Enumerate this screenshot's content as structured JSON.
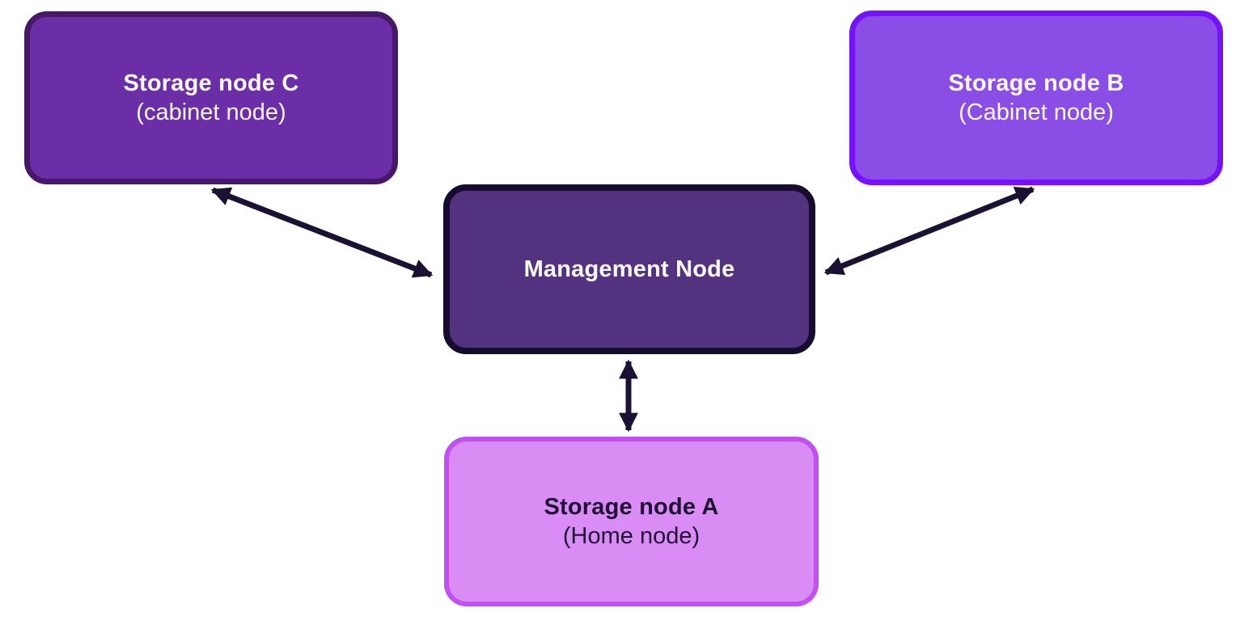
{
  "diagram": {
    "background": "#ffffff",
    "arrow_color": "#1a1133",
    "nodes": {
      "storage_c": {
        "title": "Storage node C",
        "subtitle": "(cabinet node)",
        "fill": "#6c2ea6",
        "border": "#471768",
        "text_color": "#fcfaff"
      },
      "storage_b": {
        "title": "Storage node B",
        "subtitle": "(Cabinet node)",
        "fill": "#8a4ee6",
        "border": "#7611fb",
        "text_color": "#fcfaff"
      },
      "management": {
        "title": "Management Node",
        "fill": "#533380",
        "border": "#150c2e",
        "text_color": "#fcfaff"
      },
      "storage_a": {
        "title": "Storage node A",
        "subtitle": "(Home node)",
        "fill": "#d98df4",
        "border": "#c14ff2",
        "text_color": "#1f1235"
      }
    },
    "edges": [
      {
        "from": "management",
        "to": "storage_c",
        "type": "bidirectional"
      },
      {
        "from": "management",
        "to": "storage_b",
        "type": "bidirectional"
      },
      {
        "from": "management",
        "to": "storage_a",
        "type": "bidirectional"
      }
    ]
  }
}
